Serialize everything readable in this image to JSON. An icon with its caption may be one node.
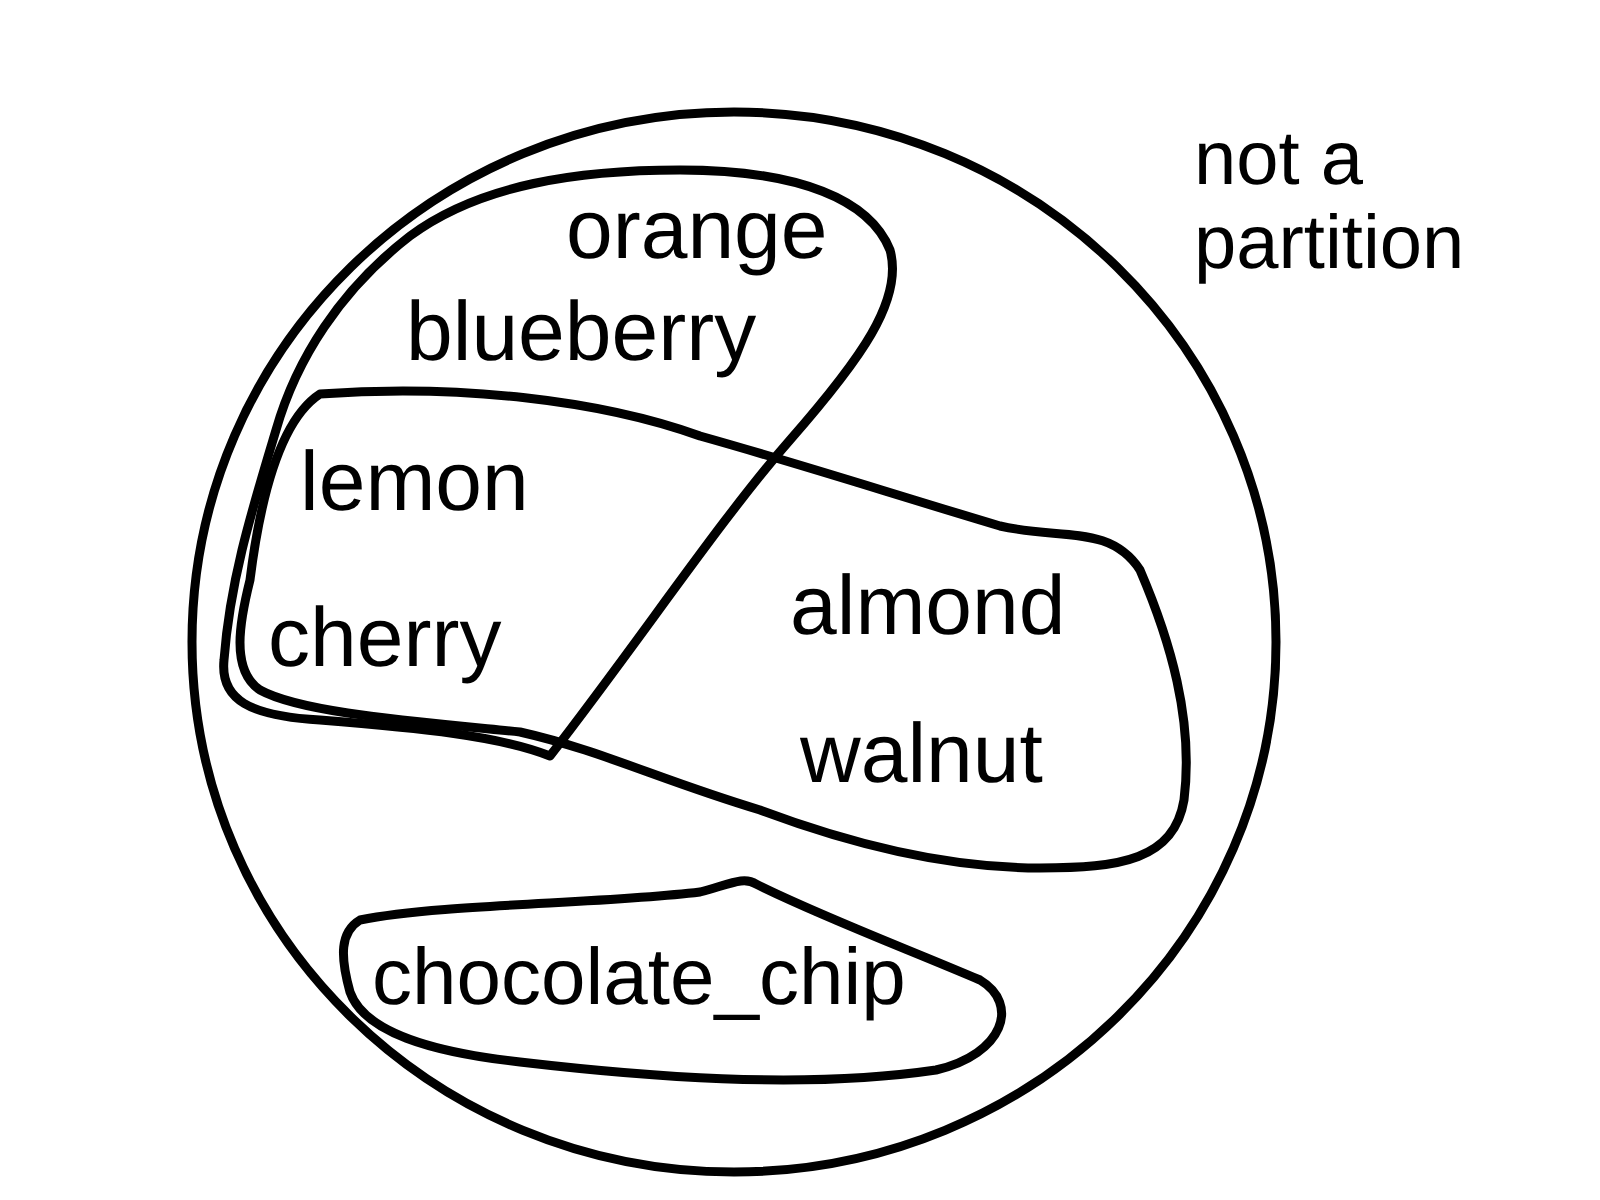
{
  "diagram": {
    "nodes": [
      {
        "text": [],
        "shape": "circle"
      },
      {
        "text": [
          "orange",
          "blueberry"
        ],
        "in": 0
      },
      {
        "text": [
          "almond",
          "walnut"
        ],
        "in": 0
      },
      {
        "text": [
          "chocolate_chip"
        ],
        "in": 0
      }
    ],
    "labels": [
      "not a partition",
      "lemon",
      "cherry"
    ]
  }
}
